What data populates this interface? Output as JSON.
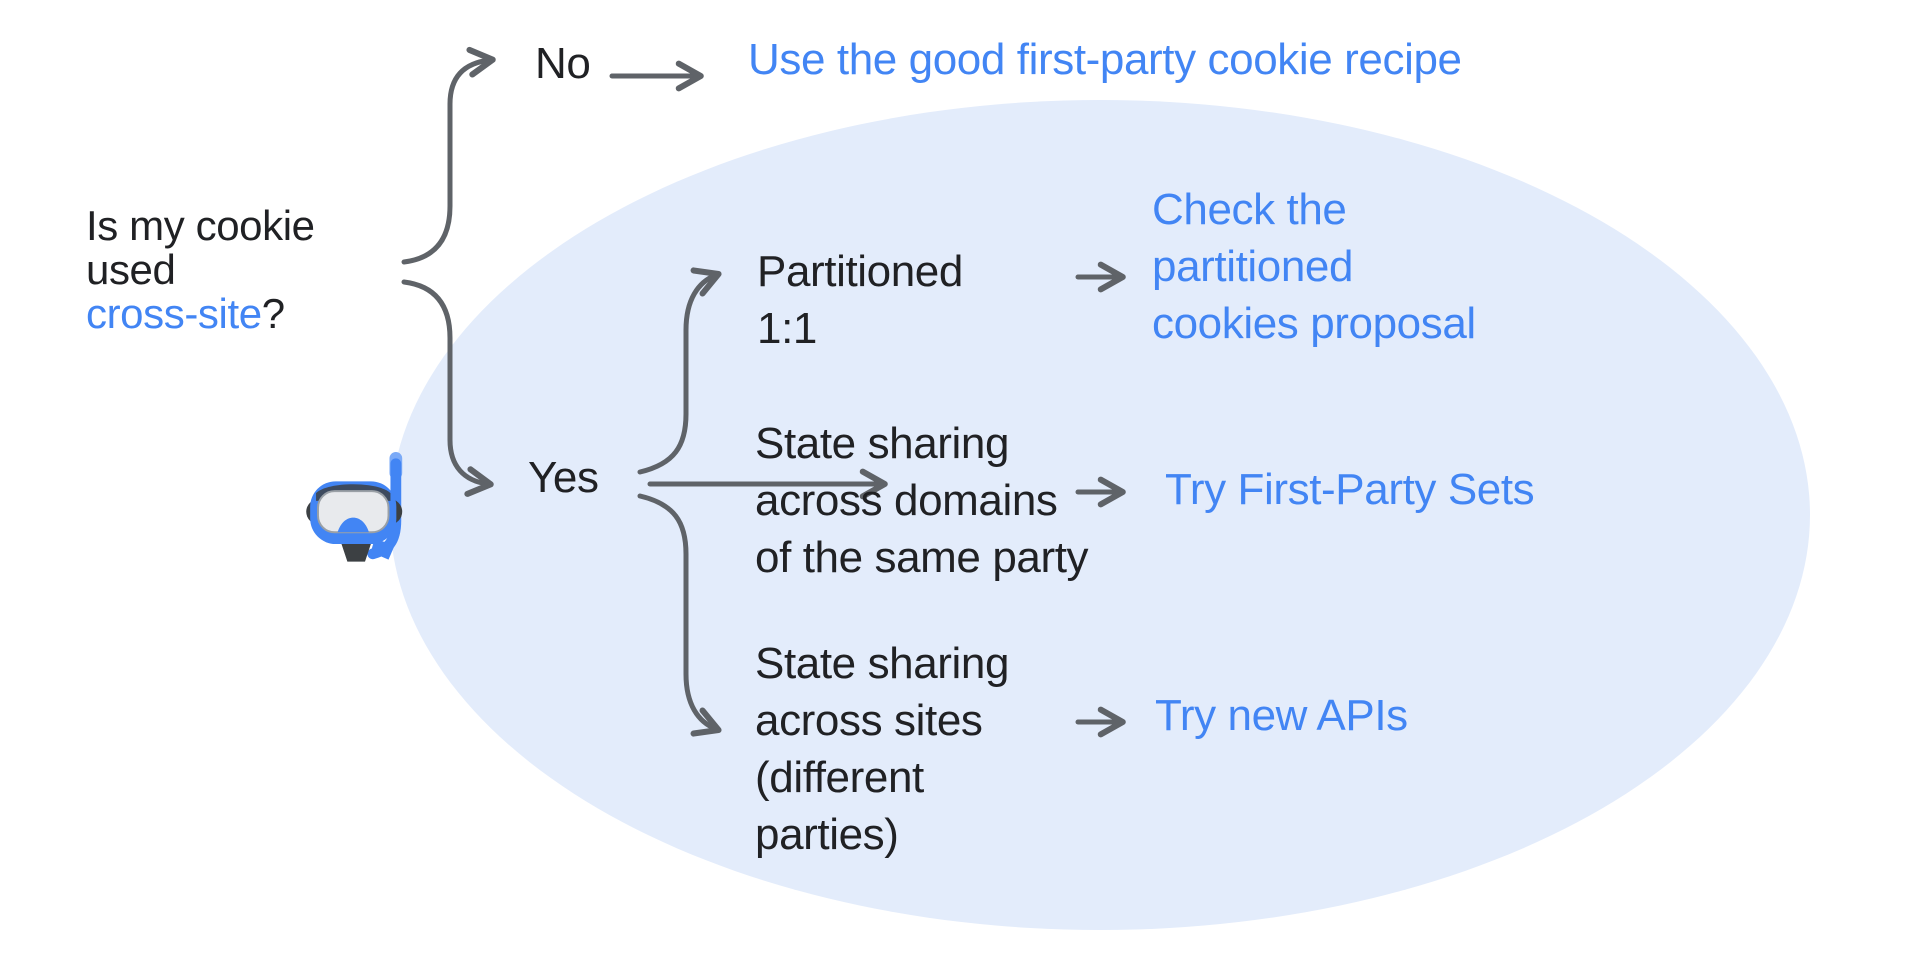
{
  "colors": {
    "link_blue": "#4285F4",
    "text_black": "#202124",
    "arrow_gray": "#5F6368",
    "ellipse_fill": "#E3ECFB"
  },
  "question": {
    "lines": [
      "Is my cookie",
      "used"
    ],
    "highlight": "cross-site",
    "suffix": "?"
  },
  "no_branch": {
    "label": "No",
    "outcome": "Use the good first-party cookie recipe"
  },
  "yes_branch": {
    "label": "Yes",
    "rows": [
      {
        "label_lines": [
          "Partitioned",
          "1:1"
        ],
        "outcome_lines": [
          "Check the",
          "partitioned",
          "cookies proposal"
        ]
      },
      {
        "label_lines": [
          "State sharing",
          "across domains",
          "of the same party"
        ],
        "outcome_lines": [
          "Try First-Party Sets"
        ]
      },
      {
        "label_lines": [
          "State sharing",
          "across sites",
          "(different",
          "parties)"
        ],
        "outcome_lines": [
          "Try new APIs"
        ]
      }
    ]
  },
  "icons": {
    "diving_mask": "🤿"
  }
}
